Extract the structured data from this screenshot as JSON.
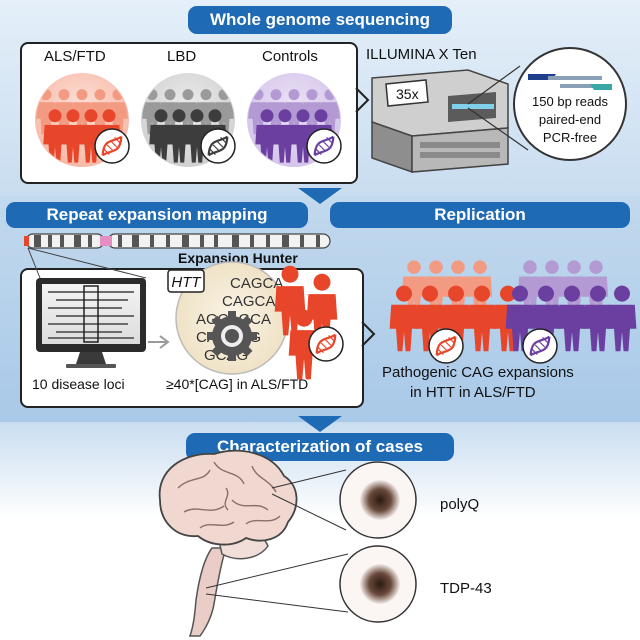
{
  "section1": {
    "title": "Whole genome sequencing",
    "groups": [
      {
        "label": "ALS/FTD",
        "color": "#e8462a",
        "light": "#f39a83"
      },
      {
        "label": "LBD",
        "color": "#3d3d3d",
        "light": "#9a9a9a"
      },
      {
        "label": "Controls",
        "color": "#6b3fa0",
        "light": "#b39ad3"
      }
    ],
    "instrument": "ILLUMINA X Ten",
    "coverage": "35x",
    "read_specs": [
      "150 bp reads",
      "paired-end",
      "PCR-free"
    ]
  },
  "section2": {
    "title": "Repeat expansion mapping",
    "tool": "Expansion Hunter",
    "gene_label": "HTT",
    "sequence_rows": [
      "CAGCA",
      "CAGCAG",
      "AGCAGCA",
      "CAGCAG",
      "GCAG"
    ],
    "loci_caption": "10 disease loci",
    "threshold_caption": "≥40*[CAG] in ALS/FTD"
  },
  "replication": {
    "title": "Replication",
    "result_lines": [
      "Pathogenic CAG expansions",
      "in HTT in ALS/FTD"
    ]
  },
  "section3": {
    "title": "Characterization of cases",
    "stains": [
      "polyQ",
      "TDP-43"
    ]
  },
  "colors": {
    "band_top": "#cfe2f3",
    "band_mid": "#b7d3ec",
    "band_bottom": "#dde9f5",
    "pill": "#1f6ab4",
    "als": "#e8462a",
    "control": "#6b3fa0"
  }
}
